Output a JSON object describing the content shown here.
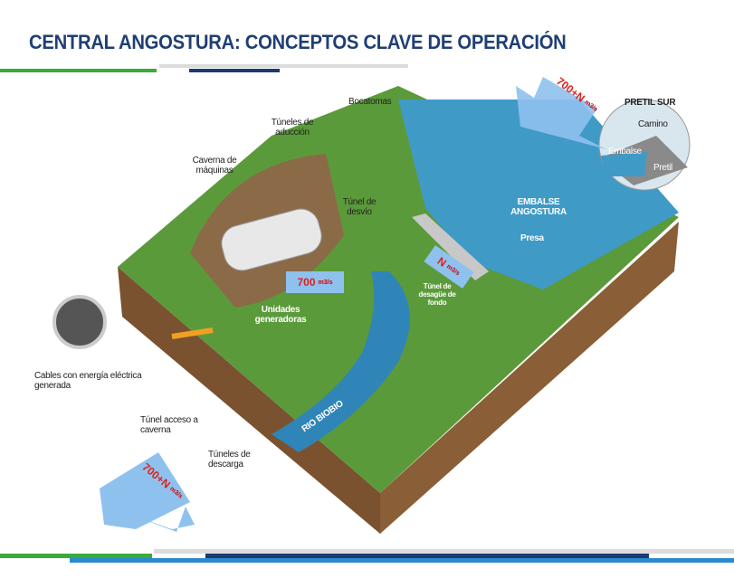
{
  "title": "CENTRAL ANGOSTURA: CONCEPTOS CLAVE DE OPERACIÓN",
  "labels": {
    "bocatomas": "Bocatomas",
    "tuneles_aduccion": "Túneles de aducción",
    "caverna": "Caverna de máquinas",
    "tunel_desvio": "Túnel de desvío",
    "embalse": "EMBALSE ANGOSTURA",
    "presa": "Presa",
    "desague": "Túnel de desagüe de fondo",
    "unidades": "Unidades generadoras",
    "cables": "Cables con energía eléctrica generada",
    "acceso": "Túnel acceso a caverna",
    "descarga": "Túneles de descarga",
    "rio": "RIO BIOBIO",
    "pretil_sur": "PRETIL SUR",
    "camino": "Camino",
    "embalse_small": "Embalse",
    "pretil": "Pretil"
  },
  "flows": {
    "inflow": {
      "value": "700+N",
      "unit": "m3/s"
    },
    "turbine": {
      "value": "700",
      "unit": "m3/s"
    },
    "bottom": {
      "value": "N",
      "unit": "m3/s"
    },
    "outflow": {
      "value": "700+N",
      "unit": "m3/s"
    }
  },
  "colors": {
    "title": "#1f3f73",
    "green": "#3aaa3a",
    "navy": "#1b3a6e",
    "blue": "#2a8ad0",
    "gray": "#dcdcdc"
  }
}
